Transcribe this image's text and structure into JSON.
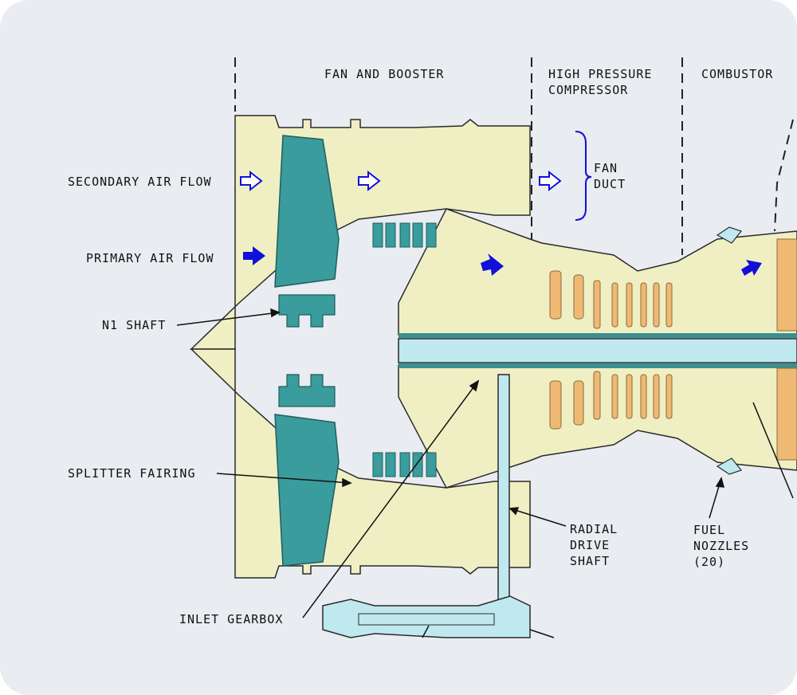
{
  "diagram": {
    "title": "Turbofan Engine Cross-Section",
    "sections": [
      {
        "id": "fan-booster",
        "lines": [
          "FAN AND BOOSTER"
        ]
      },
      {
        "id": "hpc",
        "lines": [
          "HIGH PRESSURE",
          "COMPRESSOR"
        ]
      },
      {
        "id": "combustor",
        "lines": [
          "COMBUSTOR"
        ]
      }
    ],
    "labels": {
      "secondary_air_flow": "SECONDARY AIR FLOW",
      "primary_air_flow": "PRIMARY AIR FLOW",
      "n1_shaft": "N1 SHAFT",
      "splitter_fairing": "SPLITTER FAIRING",
      "inlet_gearbox": "INLET GEARBOX",
      "fan_duct": [
        "FAN",
        "DUCT"
      ],
      "radial_drive_shaft": [
        "RADIAL",
        "DRIVE",
        "SHAFT"
      ],
      "fuel_nozzles": [
        "FUEL",
        "NOZZLES",
        "(20)"
      ]
    },
    "colors": {
      "background": "#e9ecf0",
      "casing_fill": "#f0efc4",
      "fan_blade": "#3a9c9c",
      "shaft": "#bfe9ef",
      "compressor_blades": "#efb974",
      "flow_arrow": "#1010d8",
      "outline": "#2a2a2a"
    }
  }
}
